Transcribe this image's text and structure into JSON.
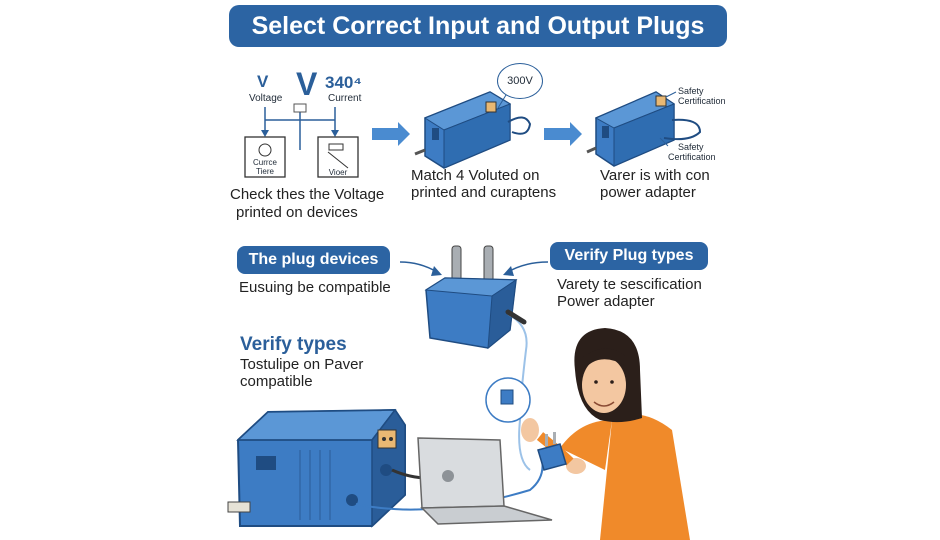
{
  "title": "Select Correct Input and Output Plugs",
  "step1": {
    "v_small": "V",
    "voltage_label": "Voltage",
    "v_big": "V",
    "value": "340⁴",
    "current_label": "Current",
    "box_left_text": "Currce Tiere",
    "box_right_text": "Vioer",
    "caption_line1": "Check thes the Voltage",
    "caption_line2": "printed on devices"
  },
  "step2": {
    "bubble": "300V",
    "caption_line1": "Match 4 Voluted on",
    "caption_line2": "printed and curaptens"
  },
  "step3": {
    "cert_top_line1": "Safety",
    "cert_top_line2": "Certification",
    "cert_bottom_line1": "Safety",
    "cert_bottom_line2": "Certification",
    "caption_line1": "Varer is with con",
    "caption_line2": "power adapter"
  },
  "plug_devices": {
    "label": "The plug devices",
    "text": "Eusuing be compatible"
  },
  "verify_plug": {
    "label": "Verify Plug types",
    "line1": "Varety te sescification",
    "line2": "Power adapter"
  },
  "verify_types": {
    "heading": "Verify types",
    "line1": "Tostulipe on Paver",
    "line2": "compatible"
  },
  "colors": {
    "brand_blue": "#2c64a3",
    "device_blue": "#3d7cc4",
    "device_dark": "#2a5d99",
    "sweater": "#f08a2a",
    "hair": "#2b1f1a",
    "laptop": "#d9dcdf"
  }
}
